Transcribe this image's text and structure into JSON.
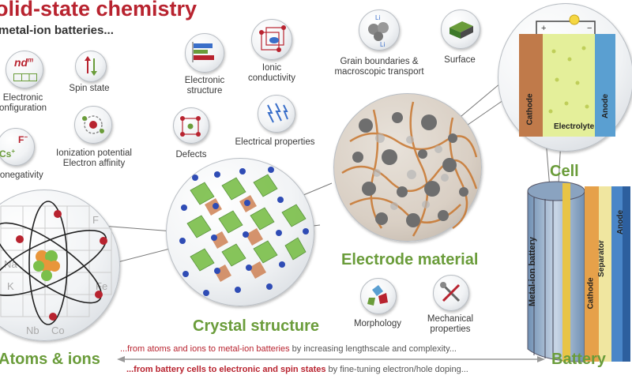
{
  "header": {
    "title": "olid-state chemistry",
    "subtitle": "metal-ion batteries..."
  },
  "properties": {
    "electronic_configuration": [
      "Electronic",
      "onfiguration"
    ],
    "spin_state": "Spin state",
    "electronegativity": "ronegativity",
    "ionization": [
      "Ionization potential",
      "Electron affinity"
    ],
    "electronic_structure": [
      "Electronic",
      "structure"
    ],
    "ionic_conductivity": [
      "Ionic",
      "conductivity"
    ],
    "defects": "Defects",
    "electrical_properties": "Electrical properties",
    "grain_boundaries": [
      "Grain boundaries &",
      "macroscopic transport"
    ],
    "surface": "Surface",
    "morphology": "Morphology",
    "mechanical_properties": [
      "Mechanical",
      "properties"
    ]
  },
  "icon_text": {
    "ndm": "nd",
    "ndm_sup": "m",
    "fluoride": "F",
    "cesium": "Cs",
    "plus": "+",
    "minus": "−",
    "li": "Li"
  },
  "scales": {
    "atoms": "Atoms & ions",
    "crystal": "Crystal structure",
    "electrode": "Electrode material",
    "cell": "Cell",
    "battery": "Battery"
  },
  "cell_labels": {
    "cathode": "Cathode",
    "electrolyte": "Electrolyte",
    "anode": "Anode"
  },
  "battery_labels": {
    "metal_ion": "Metal-ion battery",
    "cathode": "Cathode",
    "separator": "Separator",
    "anode": "Anode"
  },
  "periodic_elements": [
    "F",
    "Na",
    "K",
    "Nb",
    "Co",
    "Fe"
  ],
  "footer": {
    "line1_highlight": "...from atoms and ions to metal-ion batteries",
    "line1_rest": " by increasing lengthscale and complexity...",
    "line2_highlight": "...from battery cells to electronic and spin states",
    "line2_rest": " by fine-tuning electron/hole doping..."
  },
  "colors": {
    "accent_red": "#b8232f",
    "accent_green": "#6a9c3a"
  }
}
